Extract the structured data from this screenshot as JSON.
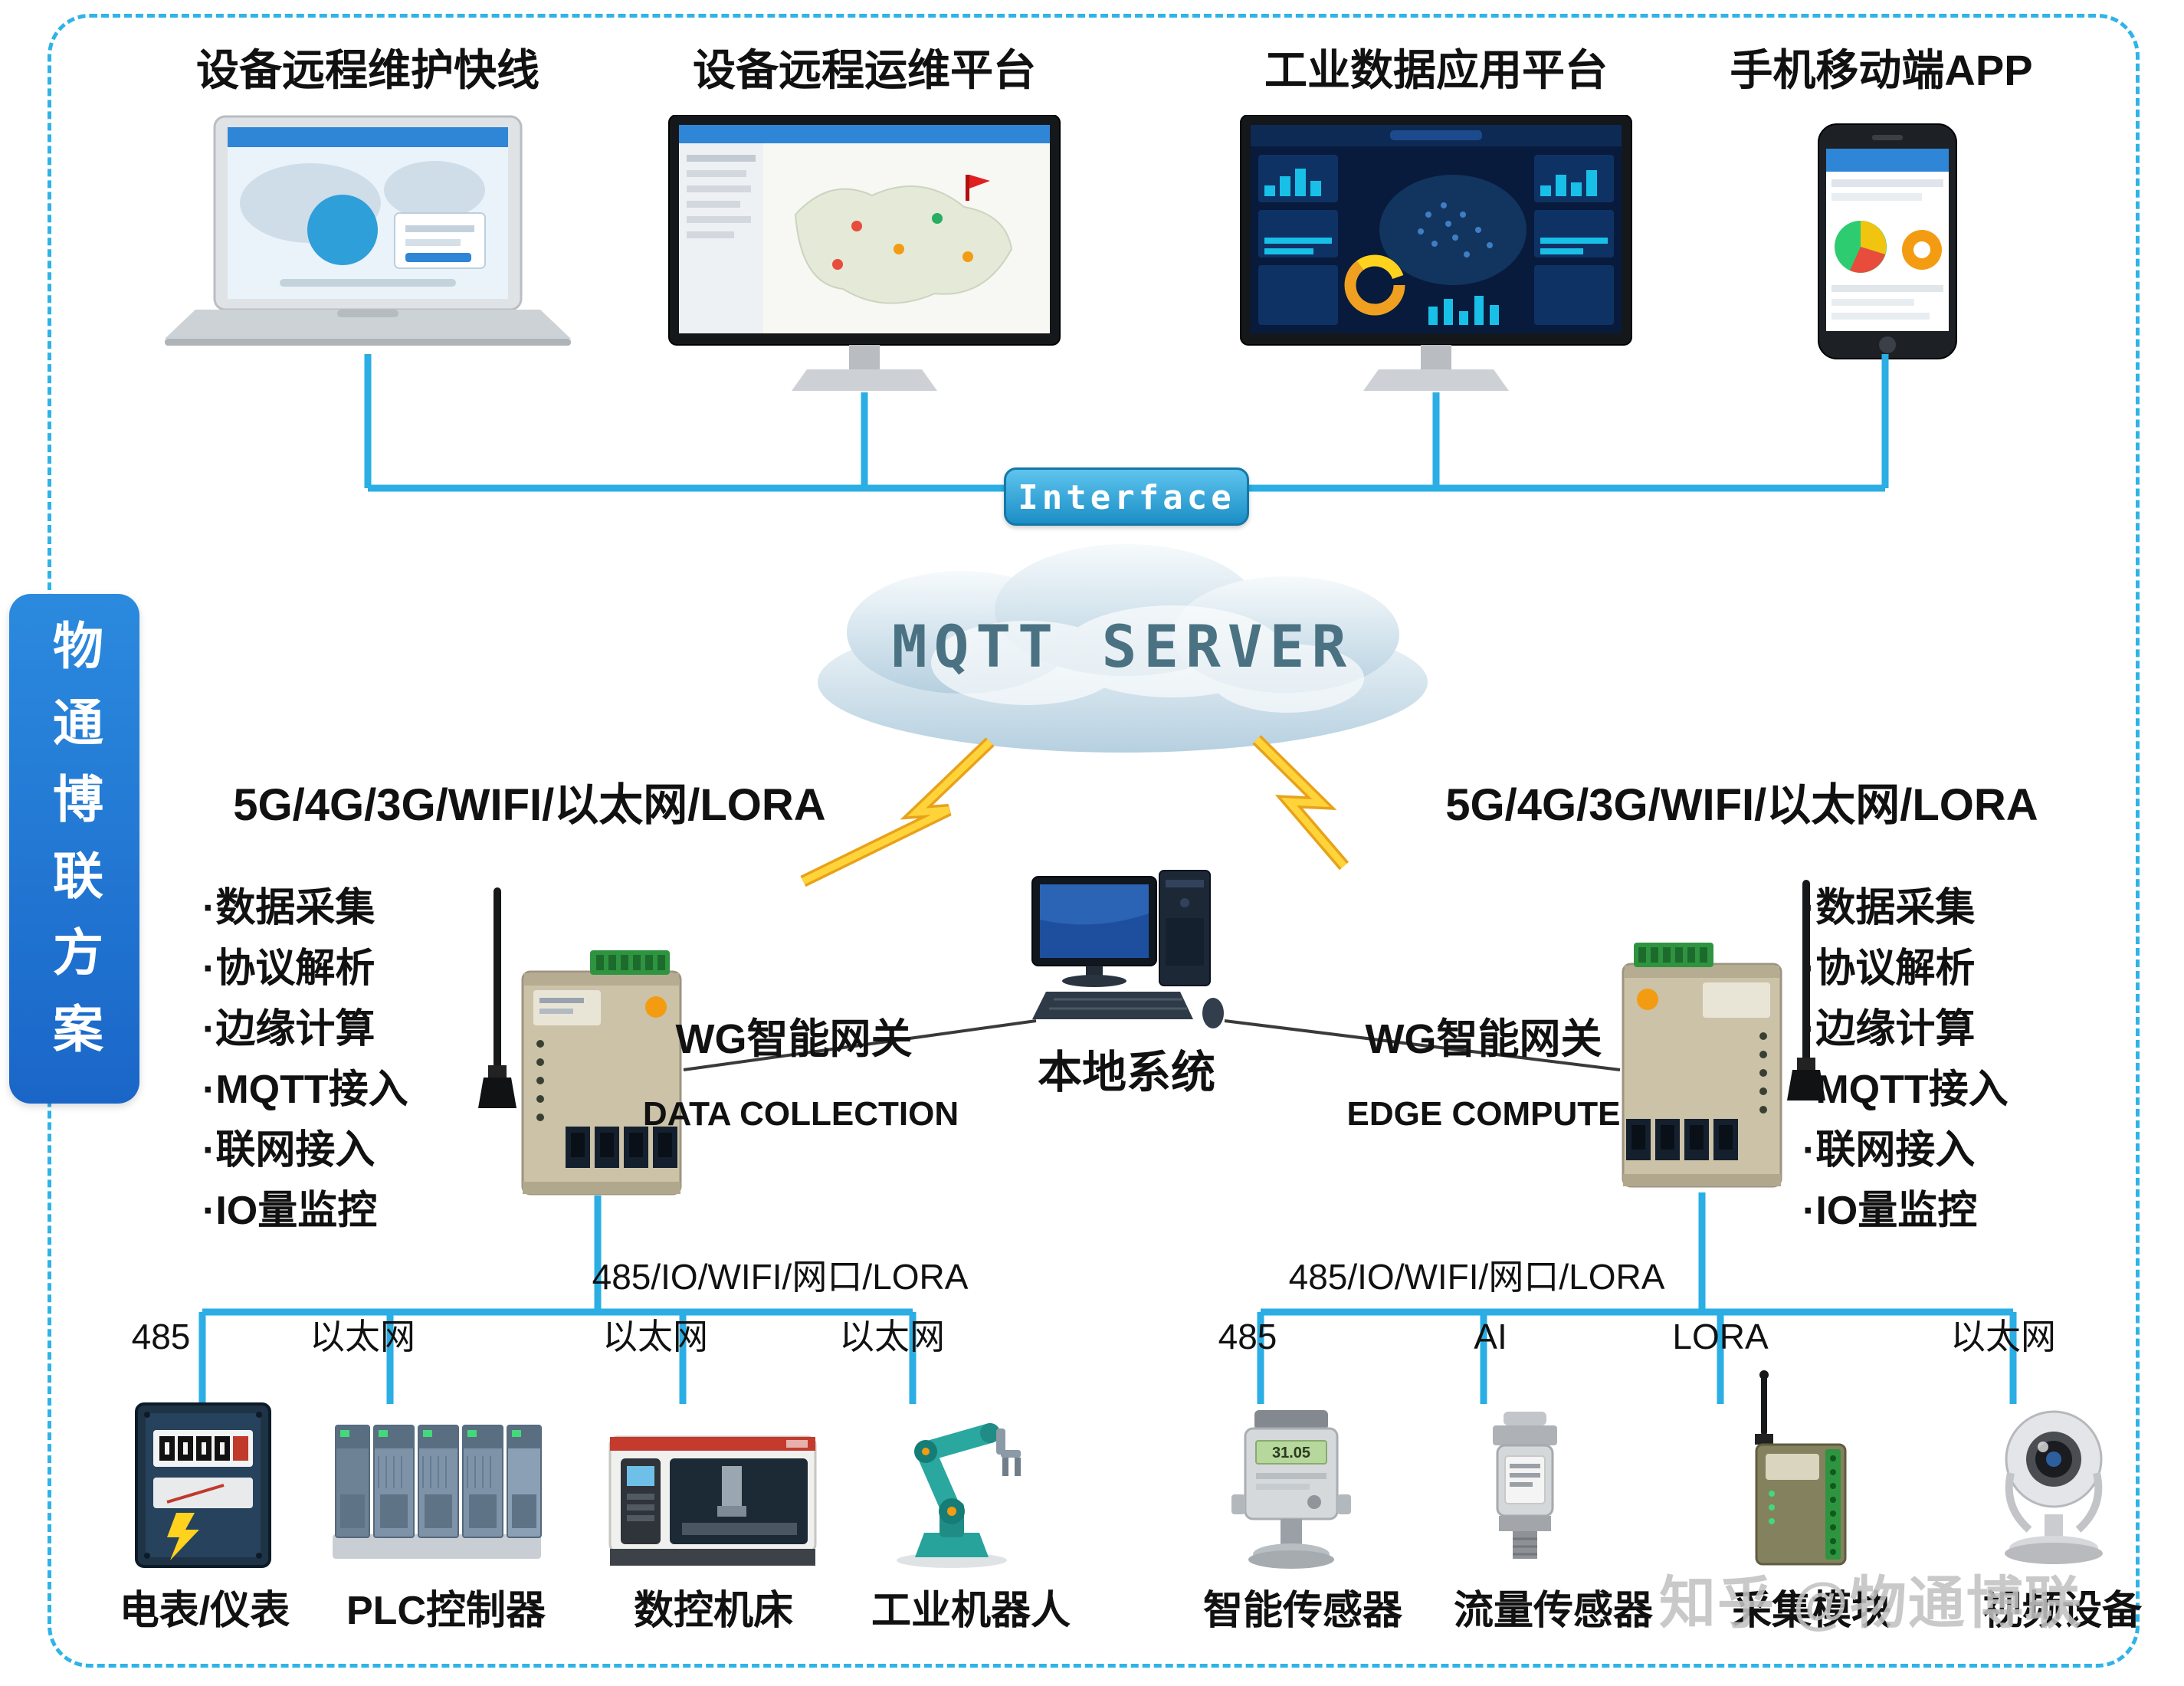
{
  "colors": {
    "line": "#2aaee4",
    "banner_blue": "#1e74d2",
    "badge_blue": "#1b8ec6",
    "cloud_text": "#4a7282",
    "bolt_yellow": "#ffd43a"
  },
  "banner": {
    "text": "物通博联方案"
  },
  "top_row": {
    "devices": [
      {
        "label": "设备远程维护快线"
      },
      {
        "label": "设备远程运维平台"
      },
      {
        "label": "工业数据应用平台"
      },
      {
        "label": "手机移动端APP"
      }
    ]
  },
  "cloud": {
    "badge": "Interface",
    "label": "MQTT SERVER"
  },
  "network": {
    "left": "5G/4G/3G/WIFI/以太网/LORA",
    "right": "5G/4G/3G/WIFI/以太网/LORA"
  },
  "features": {
    "left": [
      "·数据采集",
      "·协议解析",
      "·边缘计算",
      "·MQTT接入",
      "·联网接入",
      "·IO量监控"
    ],
    "right": [
      "·数据采集",
      "·协议解析",
      "·边缘计算",
      "·MQTT接入",
      "·联网接入",
      "·IO量监控"
    ]
  },
  "gateways": {
    "left": {
      "name": "WG智能网关",
      "subtitle": "DATA COLLECTION"
    },
    "right": {
      "name": "WG智能网关",
      "subtitle": "EDGE COMPUTE"
    }
  },
  "local_system": {
    "label": "本地系统"
  },
  "bus_left": {
    "label": "485/IO/WIFI/网口/LORA",
    "branches": [
      {
        "conn": "485",
        "device": "电表/仪表"
      },
      {
        "conn": "以太网",
        "device": "PLC控制器"
      },
      {
        "conn": "以太网",
        "device": "数控机床"
      },
      {
        "conn": "以太网",
        "device": "工业机器人"
      }
    ]
  },
  "bus_right": {
    "label": "485/IO/WIFI/网口/LORA",
    "branches": [
      {
        "conn": "485",
        "device": "智能传感器"
      },
      {
        "conn": "AI",
        "device": "流量传感器"
      },
      {
        "conn": "LORA",
        "device": "采集模块"
      },
      {
        "conn": "以太网",
        "device": "视频设备"
      }
    ]
  },
  "sensor_lcd": "31.05",
  "watermark": "知乎 @物通博联"
}
